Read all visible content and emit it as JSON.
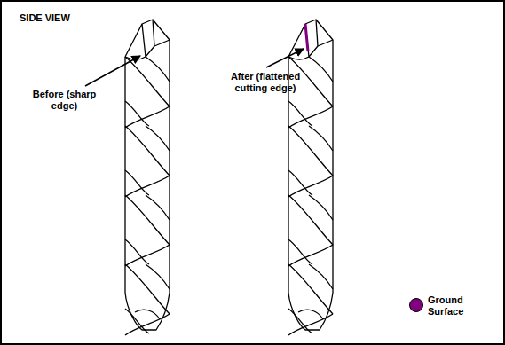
{
  "diagram": {
    "labels": [
      "SIDE VIEW",
      "Before (sharp edge)",
      "After (flattened cutting edge)"
    ],
    "legend": [
      {
        "text": "Ground Surface",
        "color": "#800080"
      }
    ]
  }
}
